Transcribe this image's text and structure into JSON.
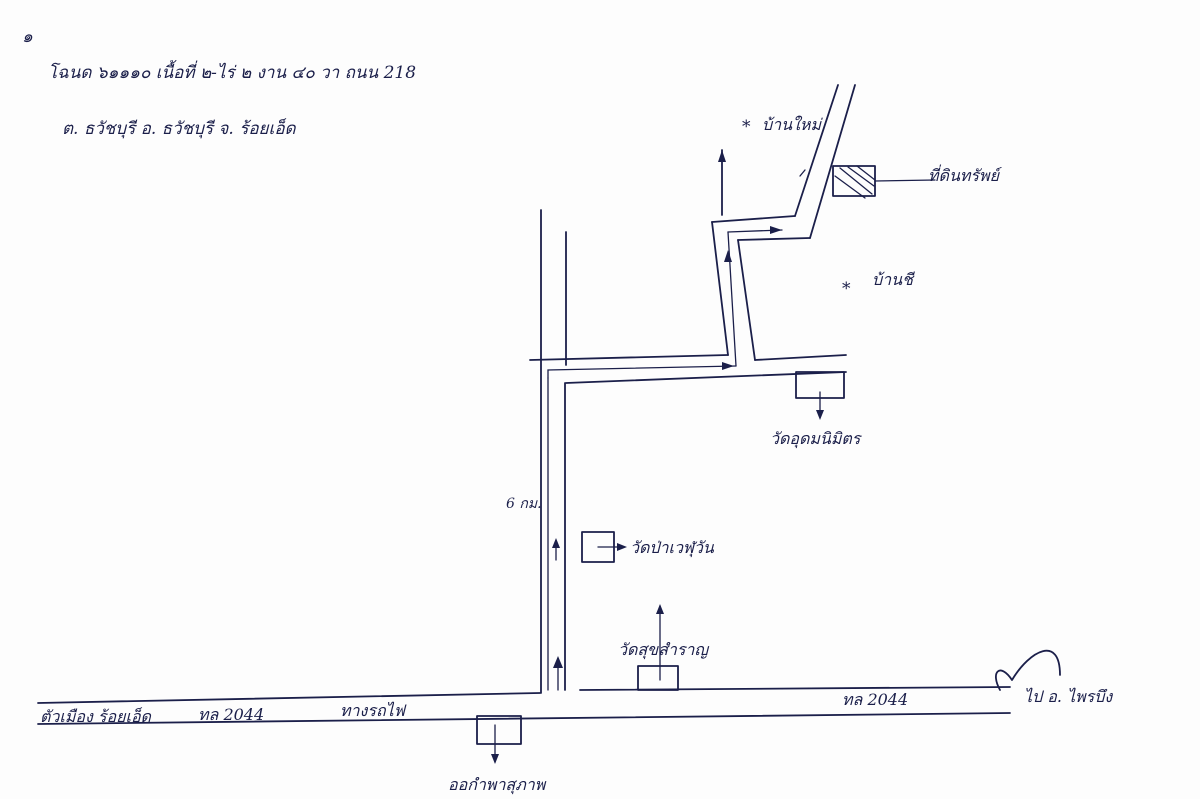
{
  "header": {
    "page_mark": "๑",
    "line1": "โฉนด ๖๑๑๑๐ เนื้อที่ ๒-ไร่ ๒ งาน ๔๐ วา ถนน 218",
    "line2": "ต. ธวัชบุรี    อ. ธวัชบุรี    จ. ร้อยเอ็ด"
  },
  "labels": {
    "right_town": "ไป อ. ไพรบึง",
    "left_town": "ตัวเมือง ร้อยเอ็ด",
    "main_road_left": "ทล 2044",
    "main_road_mid": "ทางรถไฟ",
    "main_road_right": "ทล 2044",
    "bottom_landmark": "ออกำพาสุภาพ",
    "distance": "6 กม.",
    "temple_left": "วัดป่าเวฬุวัน",
    "school_bottom": "วัดสุขสำราญ",
    "temple_mid": "วัดอุดมนิมิตร",
    "house_top": "บ้านใหม่",
    "house_mid": "บ้านชี",
    "property": "ที่ดินทรัพย์"
  },
  "colors": {
    "ink": "#1b1f4a",
    "paper": "#fdfdfd"
  }
}
